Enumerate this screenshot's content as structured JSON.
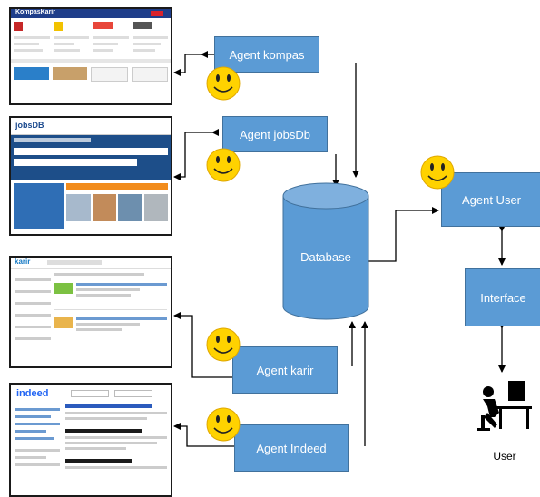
{
  "agents": {
    "kompas": "Agent kompas",
    "jobsdb": "Agent jobsDb",
    "karir": "Agent karir",
    "indeed": "Agent Indeed"
  },
  "database": "Database",
  "agent_user": "Agent User",
  "interface": "Interface",
  "user": "User",
  "screenshots": {
    "kompas_logo": "KompasKarir",
    "jobsdb_logo": "jobsDB",
    "karir_logo": "karir",
    "indeed_logo": "indeed"
  },
  "colors": {
    "box_fill": "#5b9bd5",
    "box_border": "#41719c",
    "smiley": "#ffd200",
    "arrow": "#000000"
  }
}
